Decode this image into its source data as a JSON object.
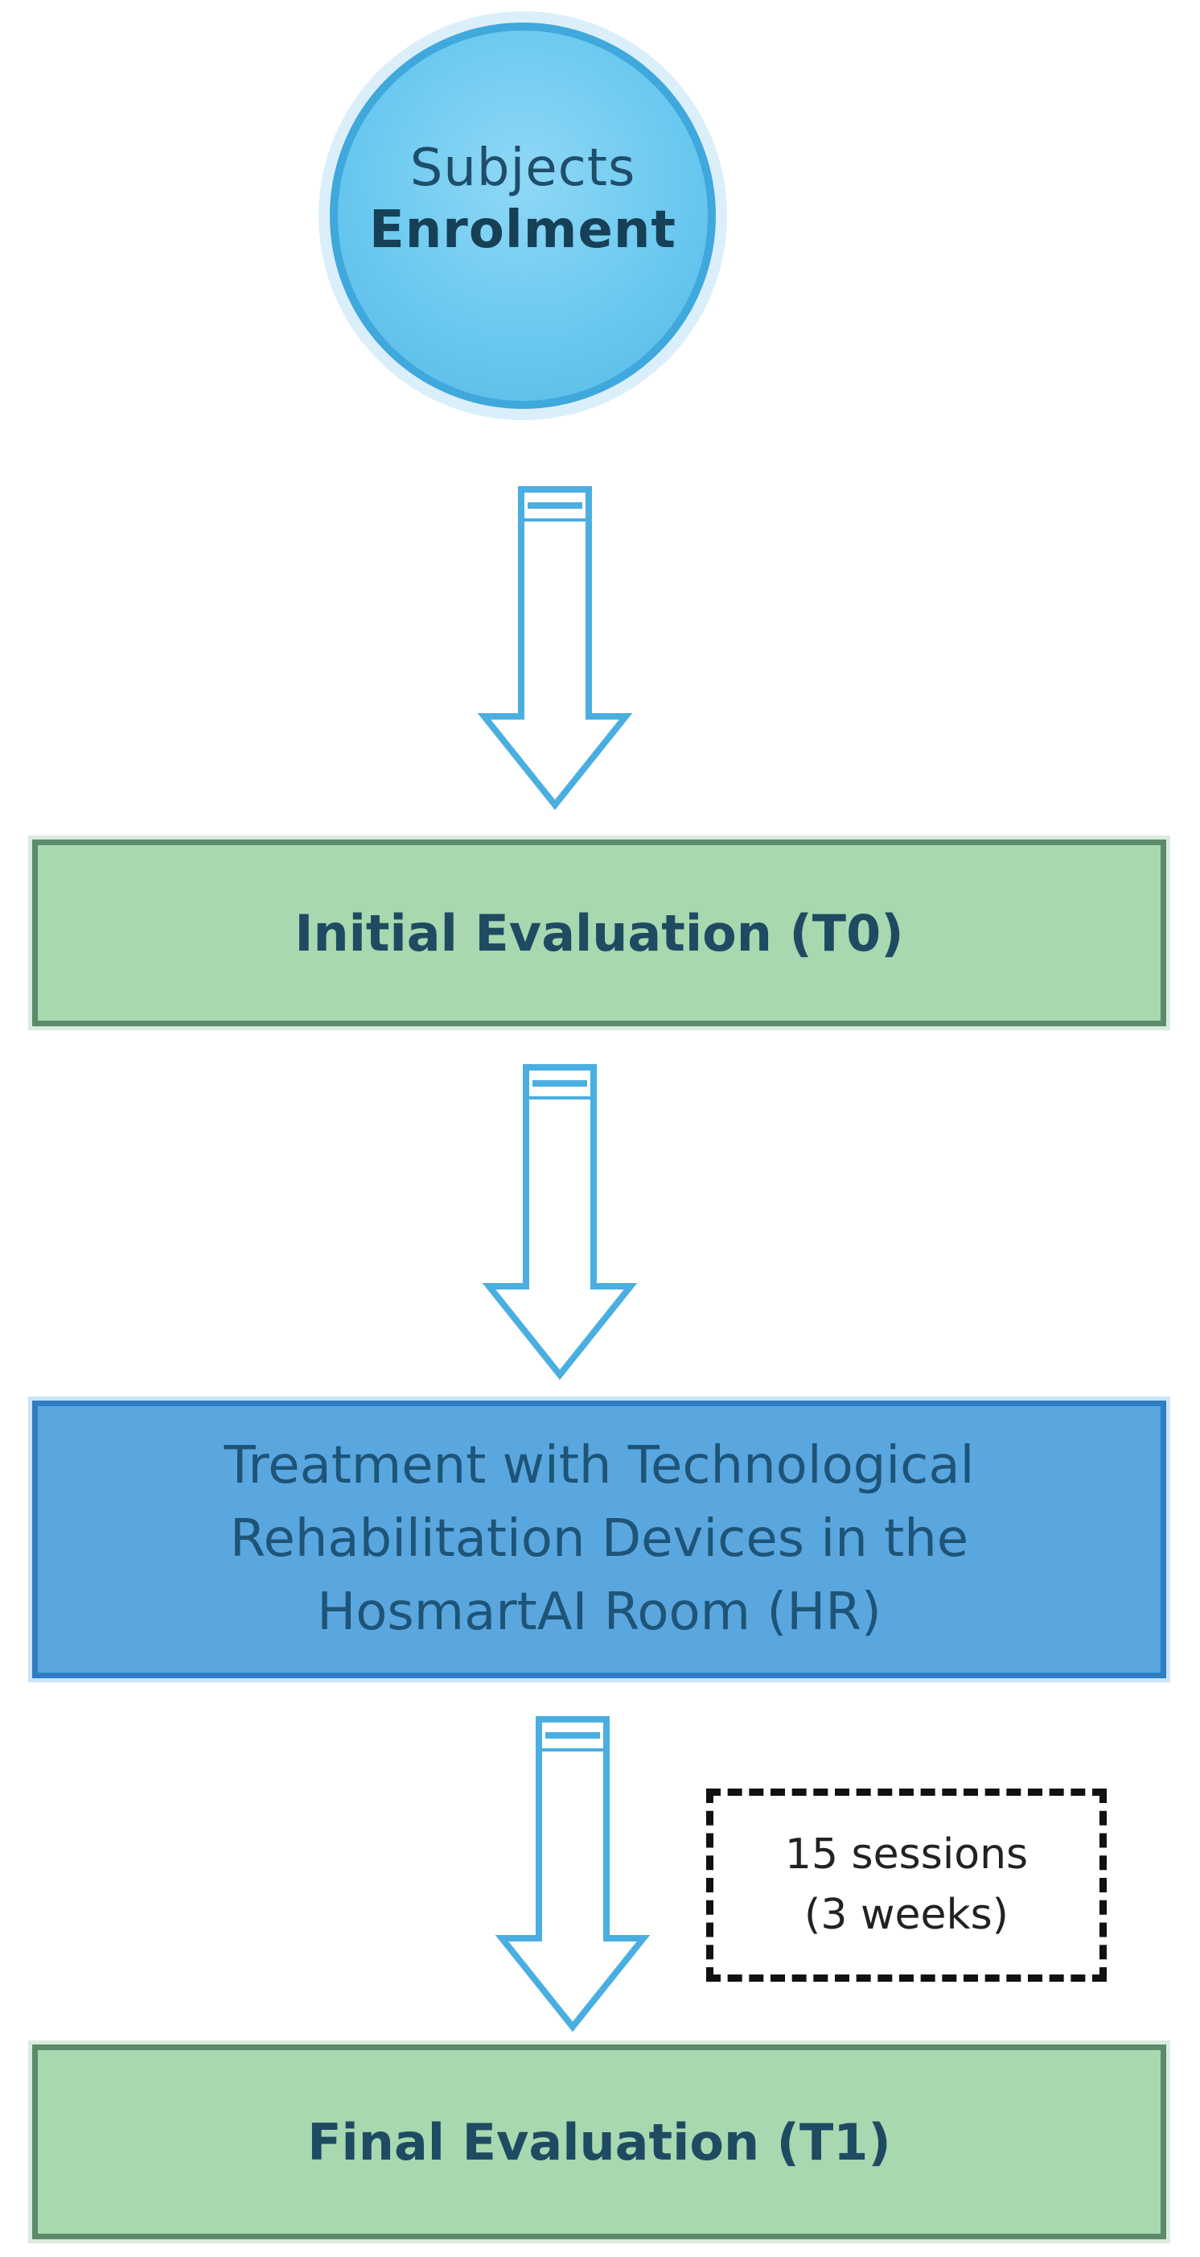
{
  "start": {
    "line1": "Subjects",
    "line2": "Enrolment"
  },
  "initial_evaluation": {
    "label": "Initial Evaluation (T0)"
  },
  "treatment": {
    "line1": "Treatment with Technological",
    "line2": "Rehabilitation Devices in the",
    "line3": "HosmartAI Room (HR)"
  },
  "note": {
    "line1": "15 sessions",
    "line2": "(3 weeks)"
  },
  "final_evaluation": {
    "label": "Final Evaluation (T1)"
  },
  "colors": {
    "circle_fill": "#68c7ef",
    "circle_border": "#3fa8dc",
    "green_fill": "#a7d8b0",
    "green_border": "#5c8a6a",
    "blue_fill": "#5aa7e0",
    "blue_border": "#2f7dc3",
    "arrow_stroke": "#4aaee0",
    "text_dark": "#1e4b62"
  }
}
